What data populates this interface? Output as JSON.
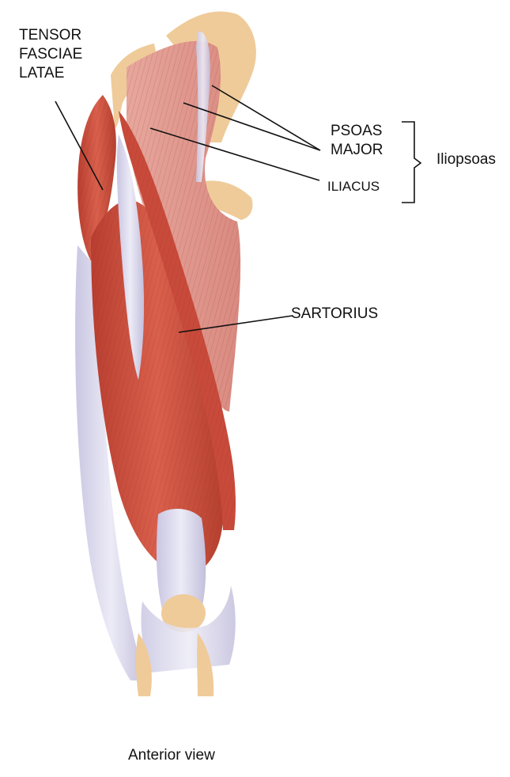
{
  "labels": {
    "tensor_fasciae_latae": [
      "TENSOR",
      "FASCIAE",
      "LATAE"
    ],
    "psoas_major": [
      "PSOAS",
      "MAJOR"
    ],
    "iliacus": "ILIACUS",
    "iliopsoas": "Iliopsoas",
    "sartorius": "SARTORIUS"
  },
  "caption": "Anterior view",
  "colors": {
    "muscle": "#c8503f",
    "muscle_light": "#e59a8e",
    "tendon": "#d9d6ea",
    "bone": "#f0cfa0",
    "leader_line": "#111111"
  }
}
